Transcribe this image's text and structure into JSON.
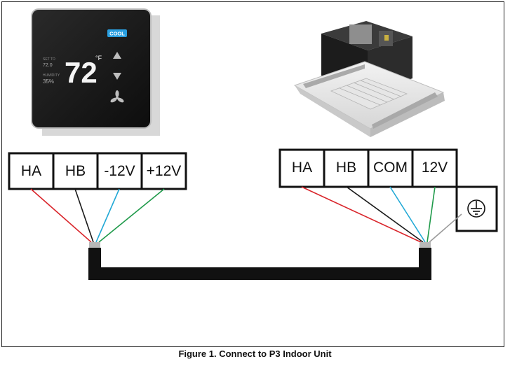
{
  "thermostat": {
    "mode_badge": "COOL",
    "temperature": "72",
    "unit": "°F",
    "set_label": "SET TO",
    "set_value": "72.0",
    "humidity_label": "HUMIDITY",
    "humidity_value": "35%"
  },
  "thermostat_terminals": [
    "HA",
    "HB",
    "-12V",
    "+12V"
  ],
  "indoor_terminals": [
    "HA",
    "HB",
    "COM",
    "12V"
  ],
  "wire_colors": {
    "ha": "#d9252b",
    "hb": "#1a1a1a",
    "minus": "#22a9d6",
    "plus": "#1f9a4a",
    "ground": "#9a9a9a"
  },
  "caption": "Figure 1. Connect to P3 Indoor Unit"
}
